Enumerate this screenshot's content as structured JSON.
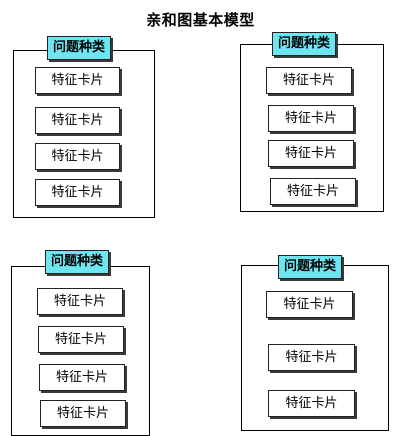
{
  "title": "亲和图基本模型",
  "header_bg": "#6de6f2",
  "groups": [
    {
      "header": "问题种类",
      "cards": [
        "特征卡片",
        "特征卡片",
        "特征卡片",
        "特征卡片"
      ]
    },
    {
      "header": "问题种类",
      "cards": [
        "特征卡片",
        "特征卡片",
        "特征卡片",
        "特征卡片"
      ]
    },
    {
      "header": "问题种类",
      "cards": [
        "特征卡片",
        "特征卡片",
        "特征卡片",
        "特征卡片"
      ]
    },
    {
      "header": "问题种类",
      "cards": [
        "特征卡片",
        "特征卡片",
        "特征卡片"
      ]
    }
  ]
}
